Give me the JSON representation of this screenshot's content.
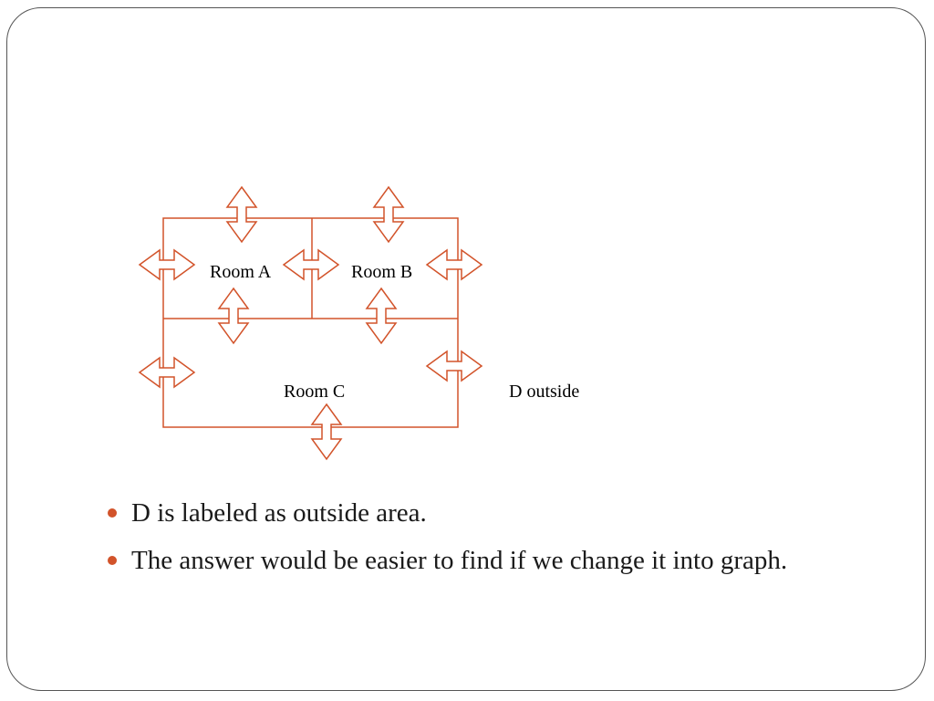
{
  "colors": {
    "accent": "#D2532A",
    "bullet": "#D2532A",
    "frame": "#555555",
    "text": "#1a1a1a"
  },
  "diagram": {
    "room_a": "Room A",
    "room_b": "Room B",
    "room_c": "Room C",
    "outside": "D outside",
    "arrow_icon": "double-arrow-icon"
  },
  "bullets": [
    "D is labeled as outside area.",
    "The answer would be easier to find if we change it into graph."
  ]
}
